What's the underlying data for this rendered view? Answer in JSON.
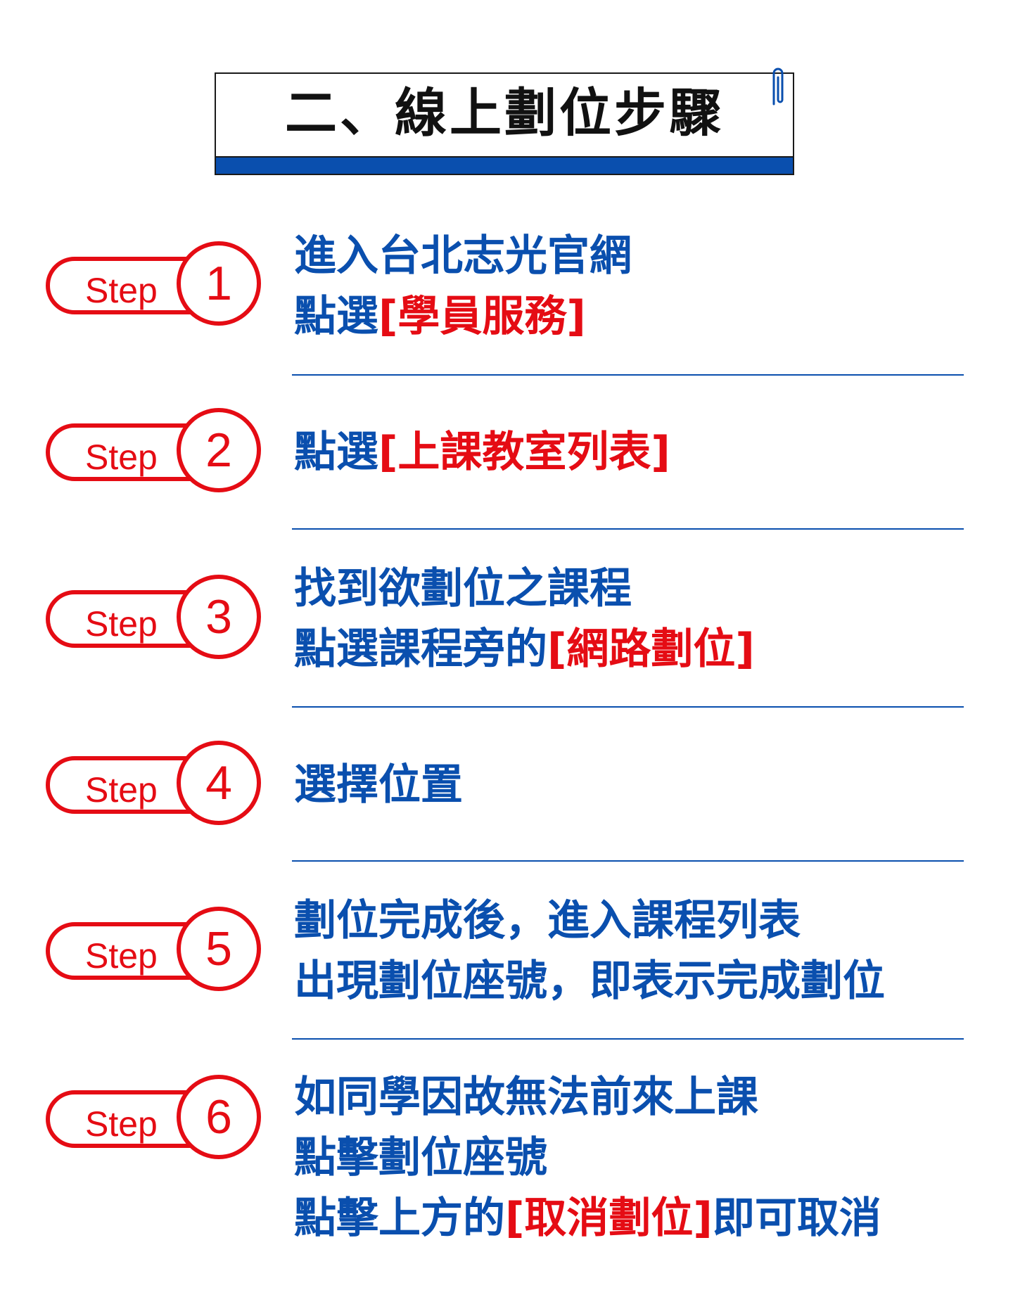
{
  "header": {
    "title": "二、線上劃位步驟"
  },
  "colors": {
    "accent_blue": "#0a4fae",
    "accent_red": "#e50c14",
    "title_text": "#111111"
  },
  "icons": {
    "clip": "paperclip-icon"
  },
  "steps": [
    {
      "label": "Step",
      "number": "1",
      "lines": [
        {
          "text": "進入台北志光官網",
          "prefix": "",
          "highlight": "",
          "suffix": ""
        },
        {
          "text": "",
          "prefix": "點選",
          "highlight": "[學員服務]",
          "suffix": ""
        }
      ]
    },
    {
      "label": "Step",
      "number": "2",
      "lines": [
        {
          "text": "",
          "prefix": "點選",
          "highlight": "[上課教室列表]",
          "suffix": ""
        }
      ]
    },
    {
      "label": "Step",
      "number": "3",
      "lines": [
        {
          "text": "找到欲劃位之課程",
          "prefix": "",
          "highlight": "",
          "suffix": ""
        },
        {
          "text": "",
          "prefix": "點選課程旁的",
          "highlight": "[網路劃位]",
          "suffix": ""
        }
      ]
    },
    {
      "label": "Step",
      "number": "4",
      "lines": [
        {
          "text": "選擇位置",
          "prefix": "",
          "highlight": "",
          "suffix": ""
        }
      ]
    },
    {
      "label": "Step",
      "number": "5",
      "lines": [
        {
          "text": "劃位完成後，進入課程列表",
          "prefix": "",
          "highlight": "",
          "suffix": ""
        },
        {
          "text": "出現劃位座號，即表示完成劃位",
          "prefix": "",
          "highlight": "",
          "suffix": ""
        }
      ]
    },
    {
      "label": "Step",
      "number": "6",
      "lines": [
        {
          "text": "如同學因故無法前來上課",
          "prefix": "",
          "highlight": "",
          "suffix": ""
        },
        {
          "text": "點擊劃位座號",
          "prefix": "",
          "highlight": "",
          "suffix": ""
        },
        {
          "text": "",
          "prefix": "點擊上方的",
          "highlight": "[取消劃位]",
          "suffix": "即可取消"
        }
      ]
    }
  ]
}
